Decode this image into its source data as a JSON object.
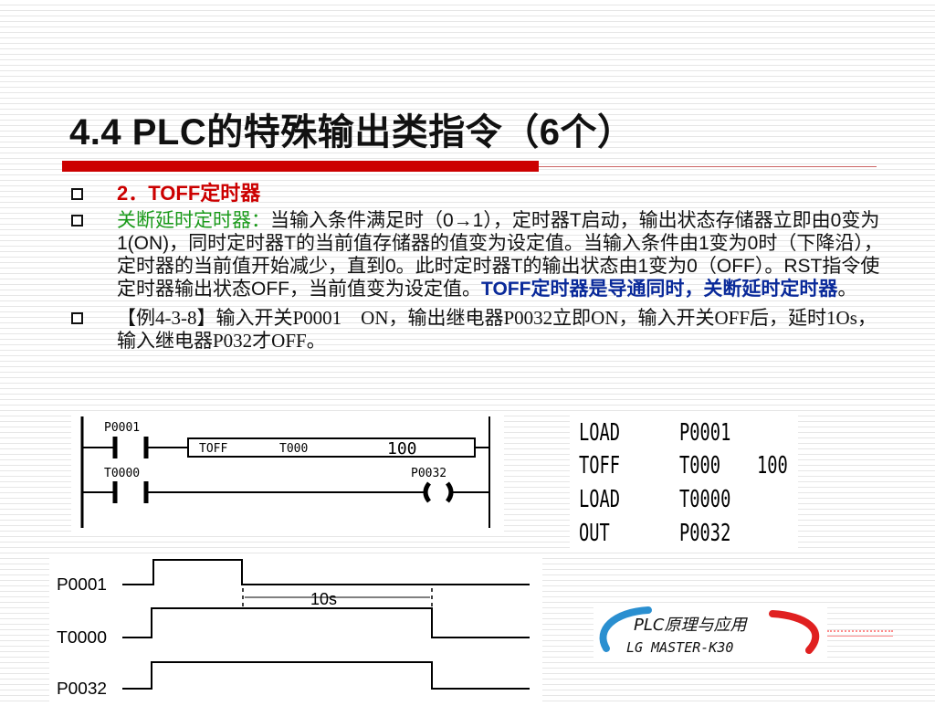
{
  "slide": {
    "title": "4.4 PLC的特殊输出类指令（6个）"
  },
  "bullets": {
    "b1": "2．TOFF定时器",
    "b2_head": "关断延时定时器：",
    "b2_body": "当输入条件满足时（0→1），定时器T启动，输出状态存储器立即由0变为1(ON)，同时定时器T的当前值存储器的值变为设定值。当输入条件由1变为0时（下降沿），定时器的当前值开始减少，直到0。此时定时器T的输出状态由1变为0（OFF）。RST指令使定时器输出状态OFF，当前值变为设定值。",
    "b2_emph": "TOFF定时器是导通同时，关断延时定时器",
    "b2_end": "。",
    "b3": "【例4-3-8】输入开关P0001　ON，输出继电器P0032立即ON，输入开关OFF后，延时1Os，输入继电器P032才OFF。"
  },
  "ladder": {
    "contact1": "P0001",
    "contact2": "T0000",
    "box_op": "TOFF",
    "box_timer": "T000",
    "box_value": "100",
    "coil": "P0032"
  },
  "instruction_list": [
    {
      "op": "LOAD",
      "arg": "P0001",
      "val": ""
    },
    {
      "op": "TOFF",
      "arg": "T000",
      "val": "100"
    },
    {
      "op": "LOAD",
      "arg": "T0000",
      "val": ""
    },
    {
      "op": "OUT",
      "arg": "P0032",
      "val": ""
    }
  ],
  "timing": {
    "signals": [
      "P0001",
      "T0000",
      "P0032"
    ],
    "delay_label": "10s"
  },
  "logo": {
    "line1": "PLC原理与应用",
    "line2": "LG MASTER-K30"
  },
  "colors": {
    "title_bar": "#cc0000",
    "subheading": "#cc0000",
    "green_term": "#1a9a1a",
    "blue_emphasis": "#0a2a9a"
  }
}
